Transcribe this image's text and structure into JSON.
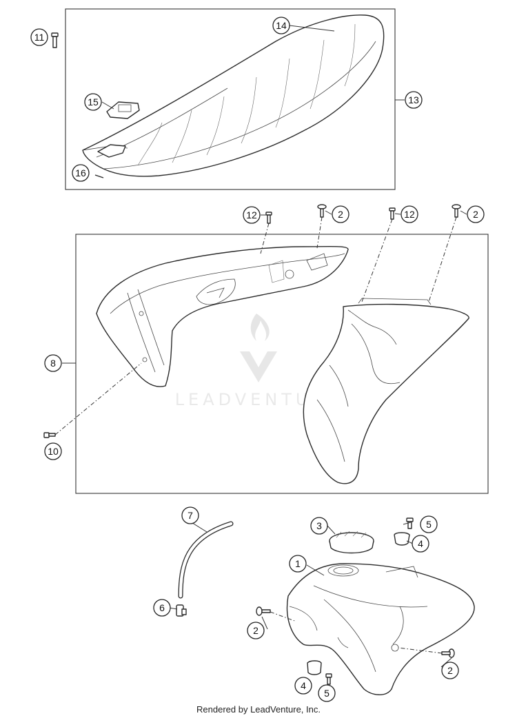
{
  "footer": "Rendered by LeadVenture, Inc.",
  "watermark": "LEADVENTURE",
  "callouts": {
    "c1": "1",
    "c2a": "2",
    "c2b": "2",
    "c2c": "2",
    "c2d": "2",
    "c3": "3",
    "c4a": "4",
    "c4b": "4",
    "c5a": "5",
    "c5b": "5",
    "c6": "6",
    "c7": "7",
    "c8": "8",
    "c10": "10",
    "c11": "11",
    "c12a": "12",
    "c12b": "12",
    "c13": "13",
    "c14": "14",
    "c15": "15",
    "c16": "16"
  }
}
